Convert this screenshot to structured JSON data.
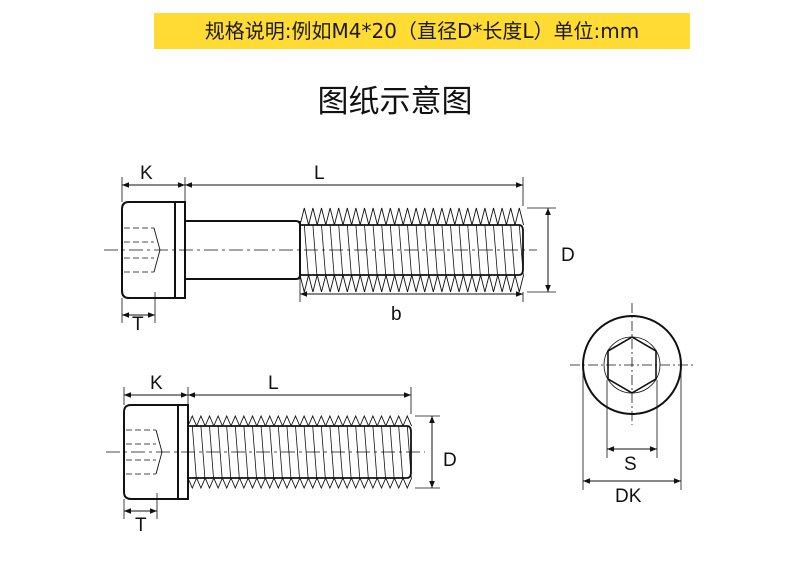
{
  "banner": {
    "text": "规格说明:例如M4*20（直径D*长度L）单位:mm",
    "color": "#FFDB33"
  },
  "title": "图纸示意图",
  "drawing": {
    "bolt_partial_thread": {
      "labels": {
        "K": "K",
        "L": "L",
        "D": "D",
        "b": "b",
        "T": "T"
      }
    },
    "bolt_full_thread": {
      "labels": {
        "K": "K",
        "L": "L",
        "D": "D",
        "T": "T"
      }
    },
    "end_view": {
      "labels": {
        "S": "S",
        "DK": "DK"
      }
    }
  }
}
